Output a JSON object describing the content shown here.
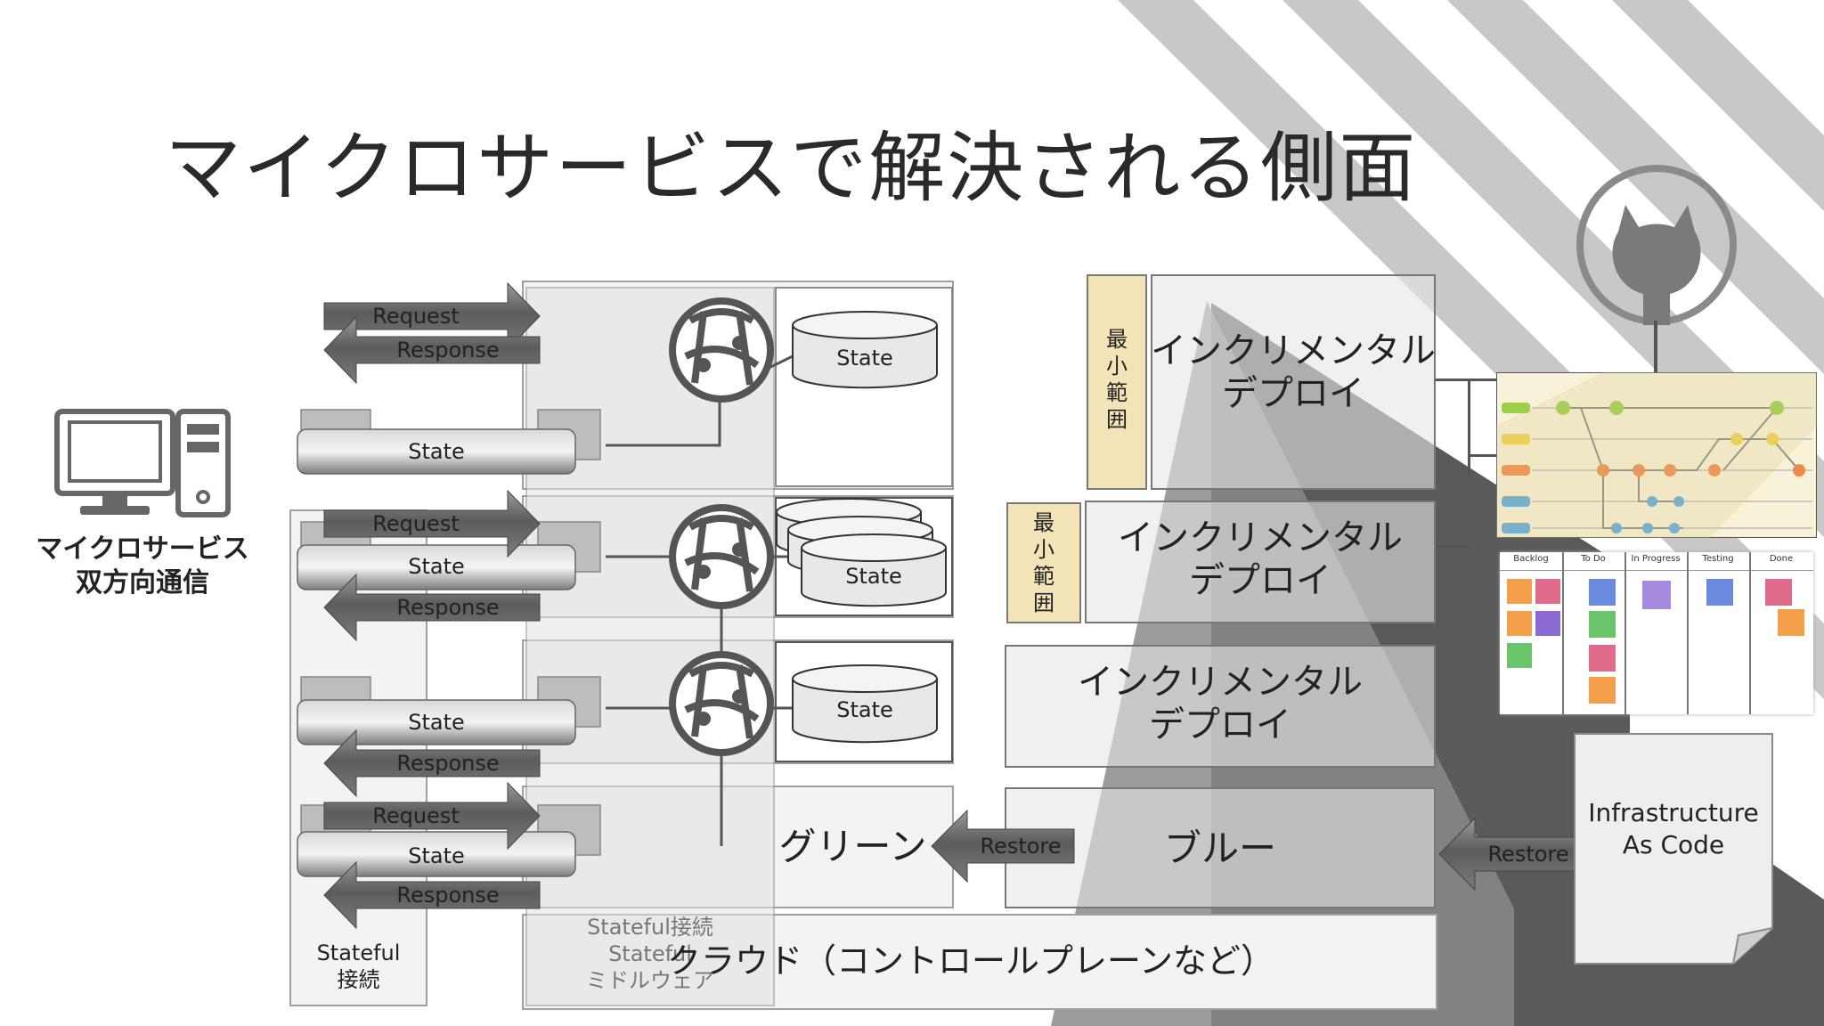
{
  "title": "マイクロサービスで解決される側面",
  "client": {
    "label_line1": "マイクロサービス",
    "label_line2": "双方向通信"
  },
  "arrows": {
    "request": "Request",
    "response": "Response",
    "state": "State",
    "restore": "Restore"
  },
  "services": {
    "state_label": "State"
  },
  "stateful_connection": {
    "line1": "Stateful",
    "line2": "接続"
  },
  "middleware_note": {
    "line1": "Stateful接続",
    "line2": "Stateful",
    "line3": "ミドルウェア"
  },
  "deploy": {
    "layer1_line1": "インクリメンタル",
    "layer1_line2": "デプロイ",
    "layer2_line1": "インクリメンタル",
    "layer2_line2": "デプロイ",
    "layer3_line1": "インクリメンタル",
    "layer3_line2": "デプロイ",
    "green": "グリーン",
    "blue": "ブルー",
    "cloud": "クラウド（コントロールプレーンなど）"
  },
  "min_scope": {
    "c1": "最",
    "c2": "小",
    "c3": "範",
    "c4": "囲"
  },
  "iac": {
    "line1": "Infrastructure",
    "line2": "As Code"
  },
  "kanban": {
    "col1": "Backlog",
    "col2": "To Do",
    "col3": "In Progress",
    "col4": "Testing",
    "col5": "Done"
  },
  "colors": {
    "dark_triangle": "#5a5a5a",
    "mid_triangle": "#9a9a9a",
    "stripe": "#c8c8c8",
    "tag_fill": "#f3e4b8",
    "arrow_fill": "#6e6e6e"
  }
}
